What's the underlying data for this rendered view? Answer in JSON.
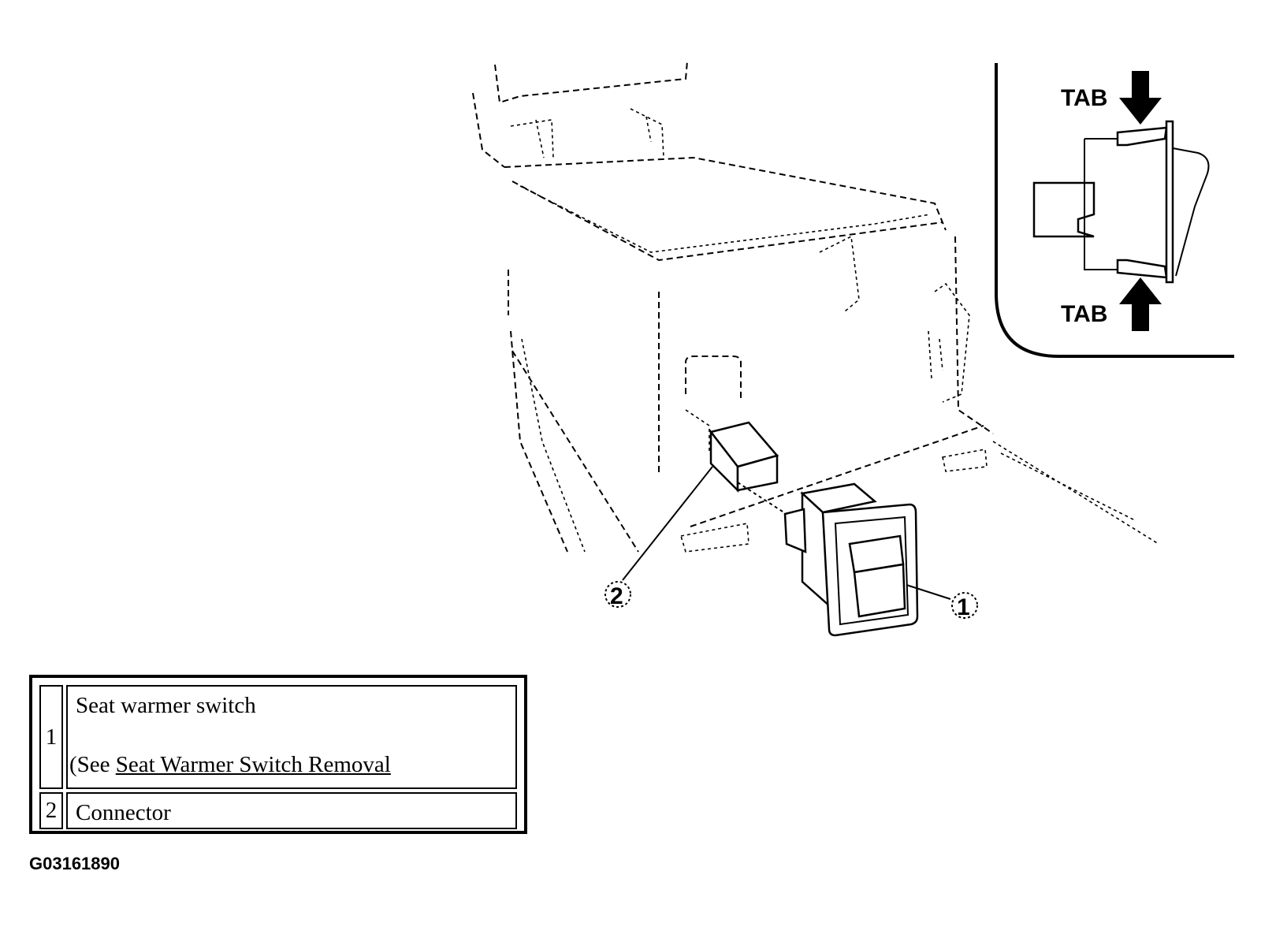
{
  "figure": {
    "callouts": [
      {
        "number": "1",
        "target": "seat warmer switch"
      },
      {
        "number": "2",
        "target": "connector"
      }
    ],
    "inset": {
      "tab_top_label": "TAB",
      "tab_bottom_label": "TAB"
    }
  },
  "legend": {
    "rows": [
      {
        "number": "1",
        "description": "Seat warmer switch",
        "see_prefix": "(See ",
        "link_text": "Seat Warmer Switch Removal"
      },
      {
        "number": "2",
        "description": "Connector"
      }
    ]
  },
  "figure_id": "G03161890"
}
